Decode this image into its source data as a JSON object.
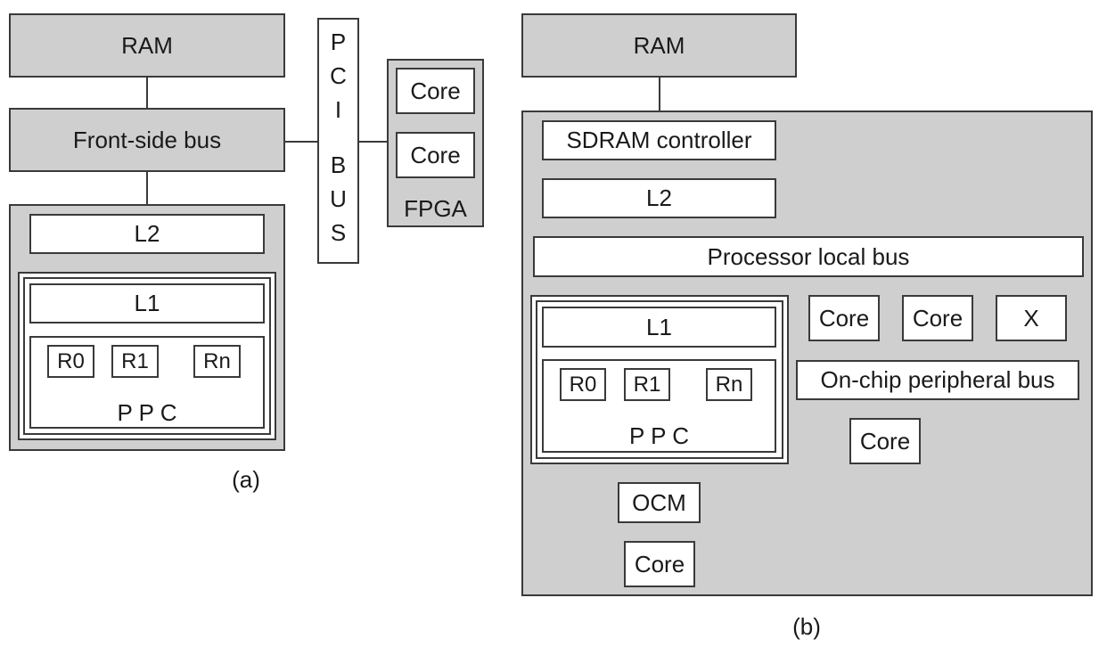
{
  "a": {
    "ram": "RAM",
    "fsb": "Front-side bus",
    "l2": "L2",
    "l1": "L1",
    "r0": "R0",
    "r1": "R1",
    "rn": "Rn",
    "ppc": "P P C",
    "pci": [
      "P",
      "C",
      "I",
      "B",
      "U",
      "S"
    ],
    "core1": "Core",
    "core2": "Core",
    "fpga": "FPGA",
    "caption": "(a)"
  },
  "b": {
    "ram": "RAM",
    "sdram": "SDRAM controller",
    "l2": "L2",
    "plb": "Processor local bus",
    "l1": "L1",
    "r0": "R0",
    "r1": "R1",
    "rn": "Rn",
    "ppc": "P P C",
    "core1": "Core",
    "core2": "Core",
    "x": "X",
    "opb": "On-chip peripheral bus",
    "core_opb": "Core",
    "ocm": "OCM",
    "core_ocm": "Core",
    "caption": "(b)"
  }
}
